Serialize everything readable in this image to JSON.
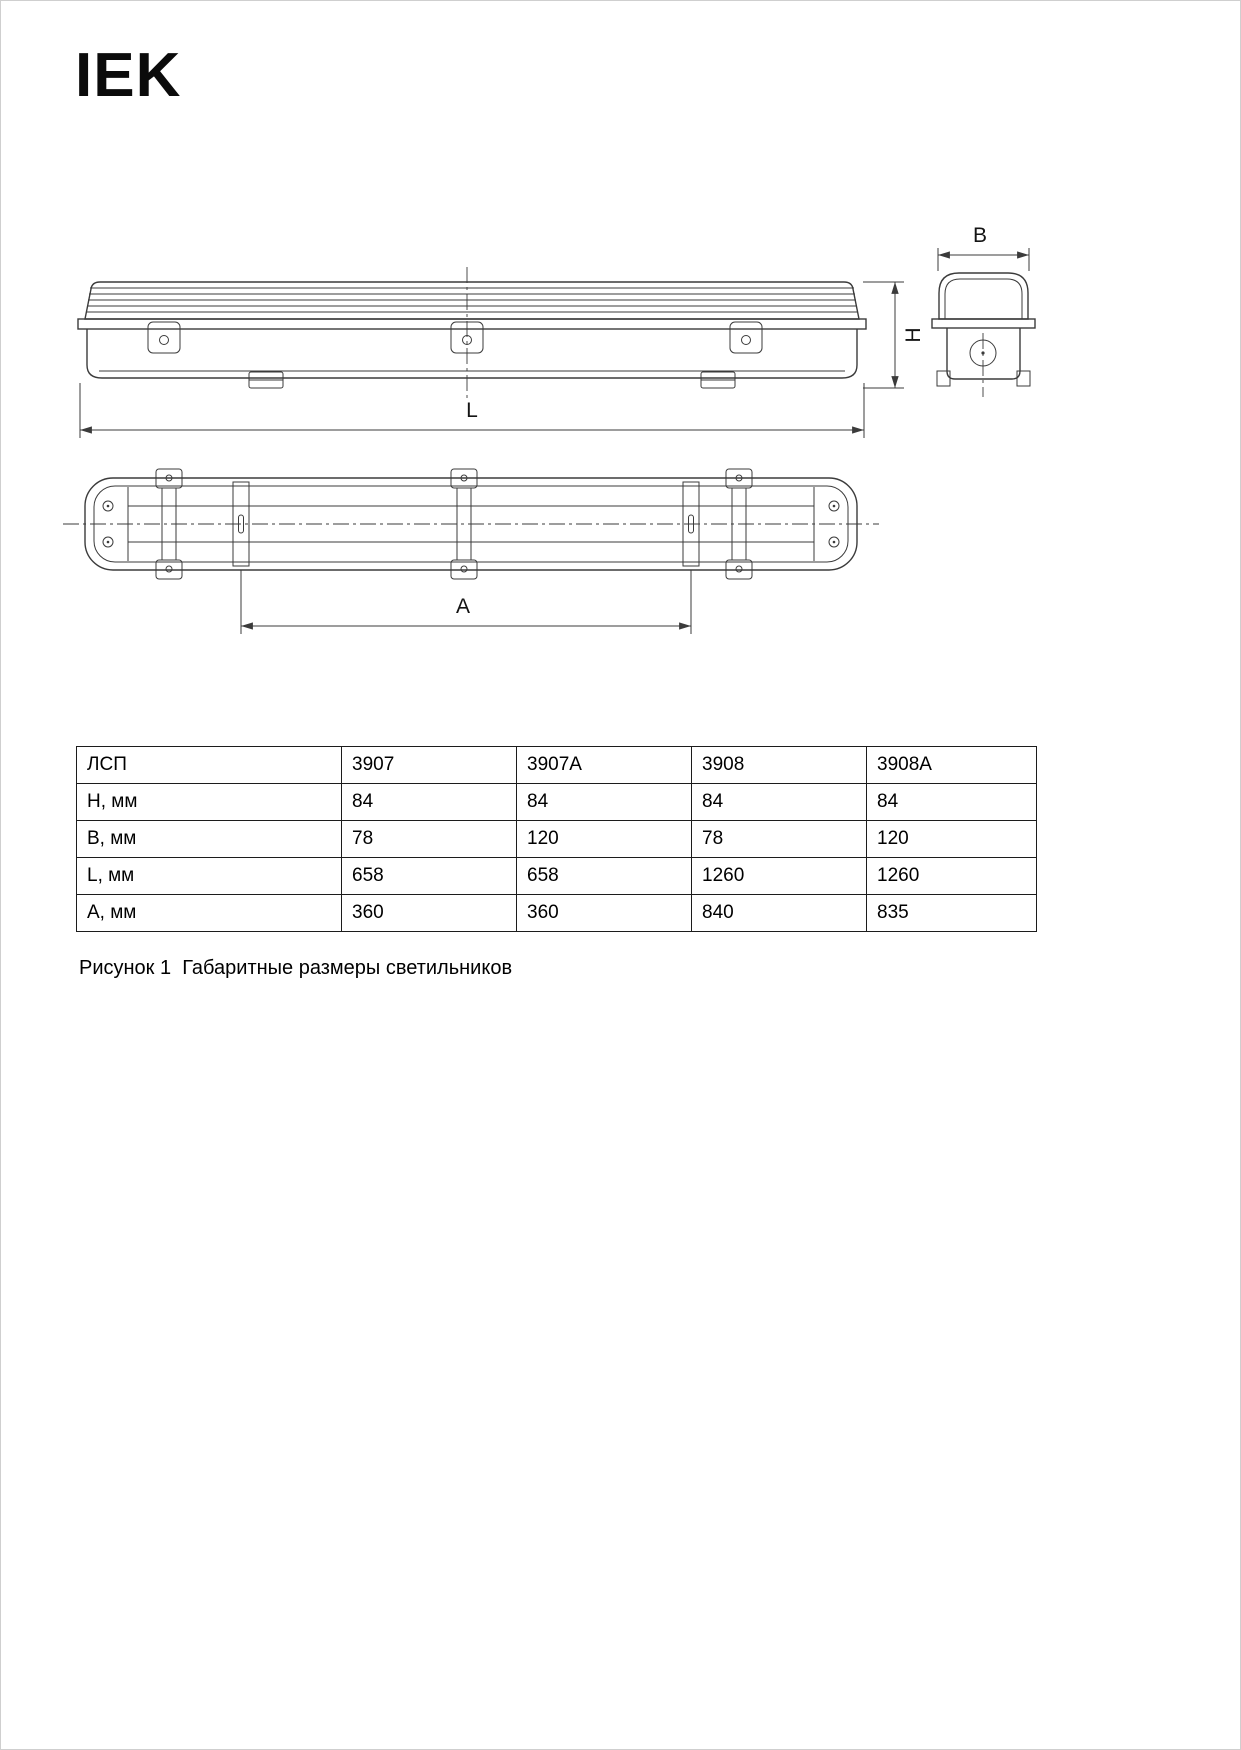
{
  "brand": {
    "logo_text": "IEK"
  },
  "figure": {
    "caption": "Рисунок 1  Габаритные размеры светильников",
    "dimension_labels": {
      "B": "B",
      "H": "H",
      "L": "L",
      "A": "A"
    }
  },
  "table": {
    "rows": [
      [
        "ЛСП",
        "3907",
        "3907A",
        "3908",
        "3908A"
      ],
      [
        "H, мм",
        "84",
        "84",
        "84",
        "84"
      ],
      [
        "B, мм",
        "78",
        "120",
        "78",
        "120"
      ],
      [
        "L, мм",
        "658",
        "658",
        "1260",
        "1260"
      ],
      [
        "A, мм",
        "360",
        "360",
        "840",
        "835"
      ]
    ]
  }
}
